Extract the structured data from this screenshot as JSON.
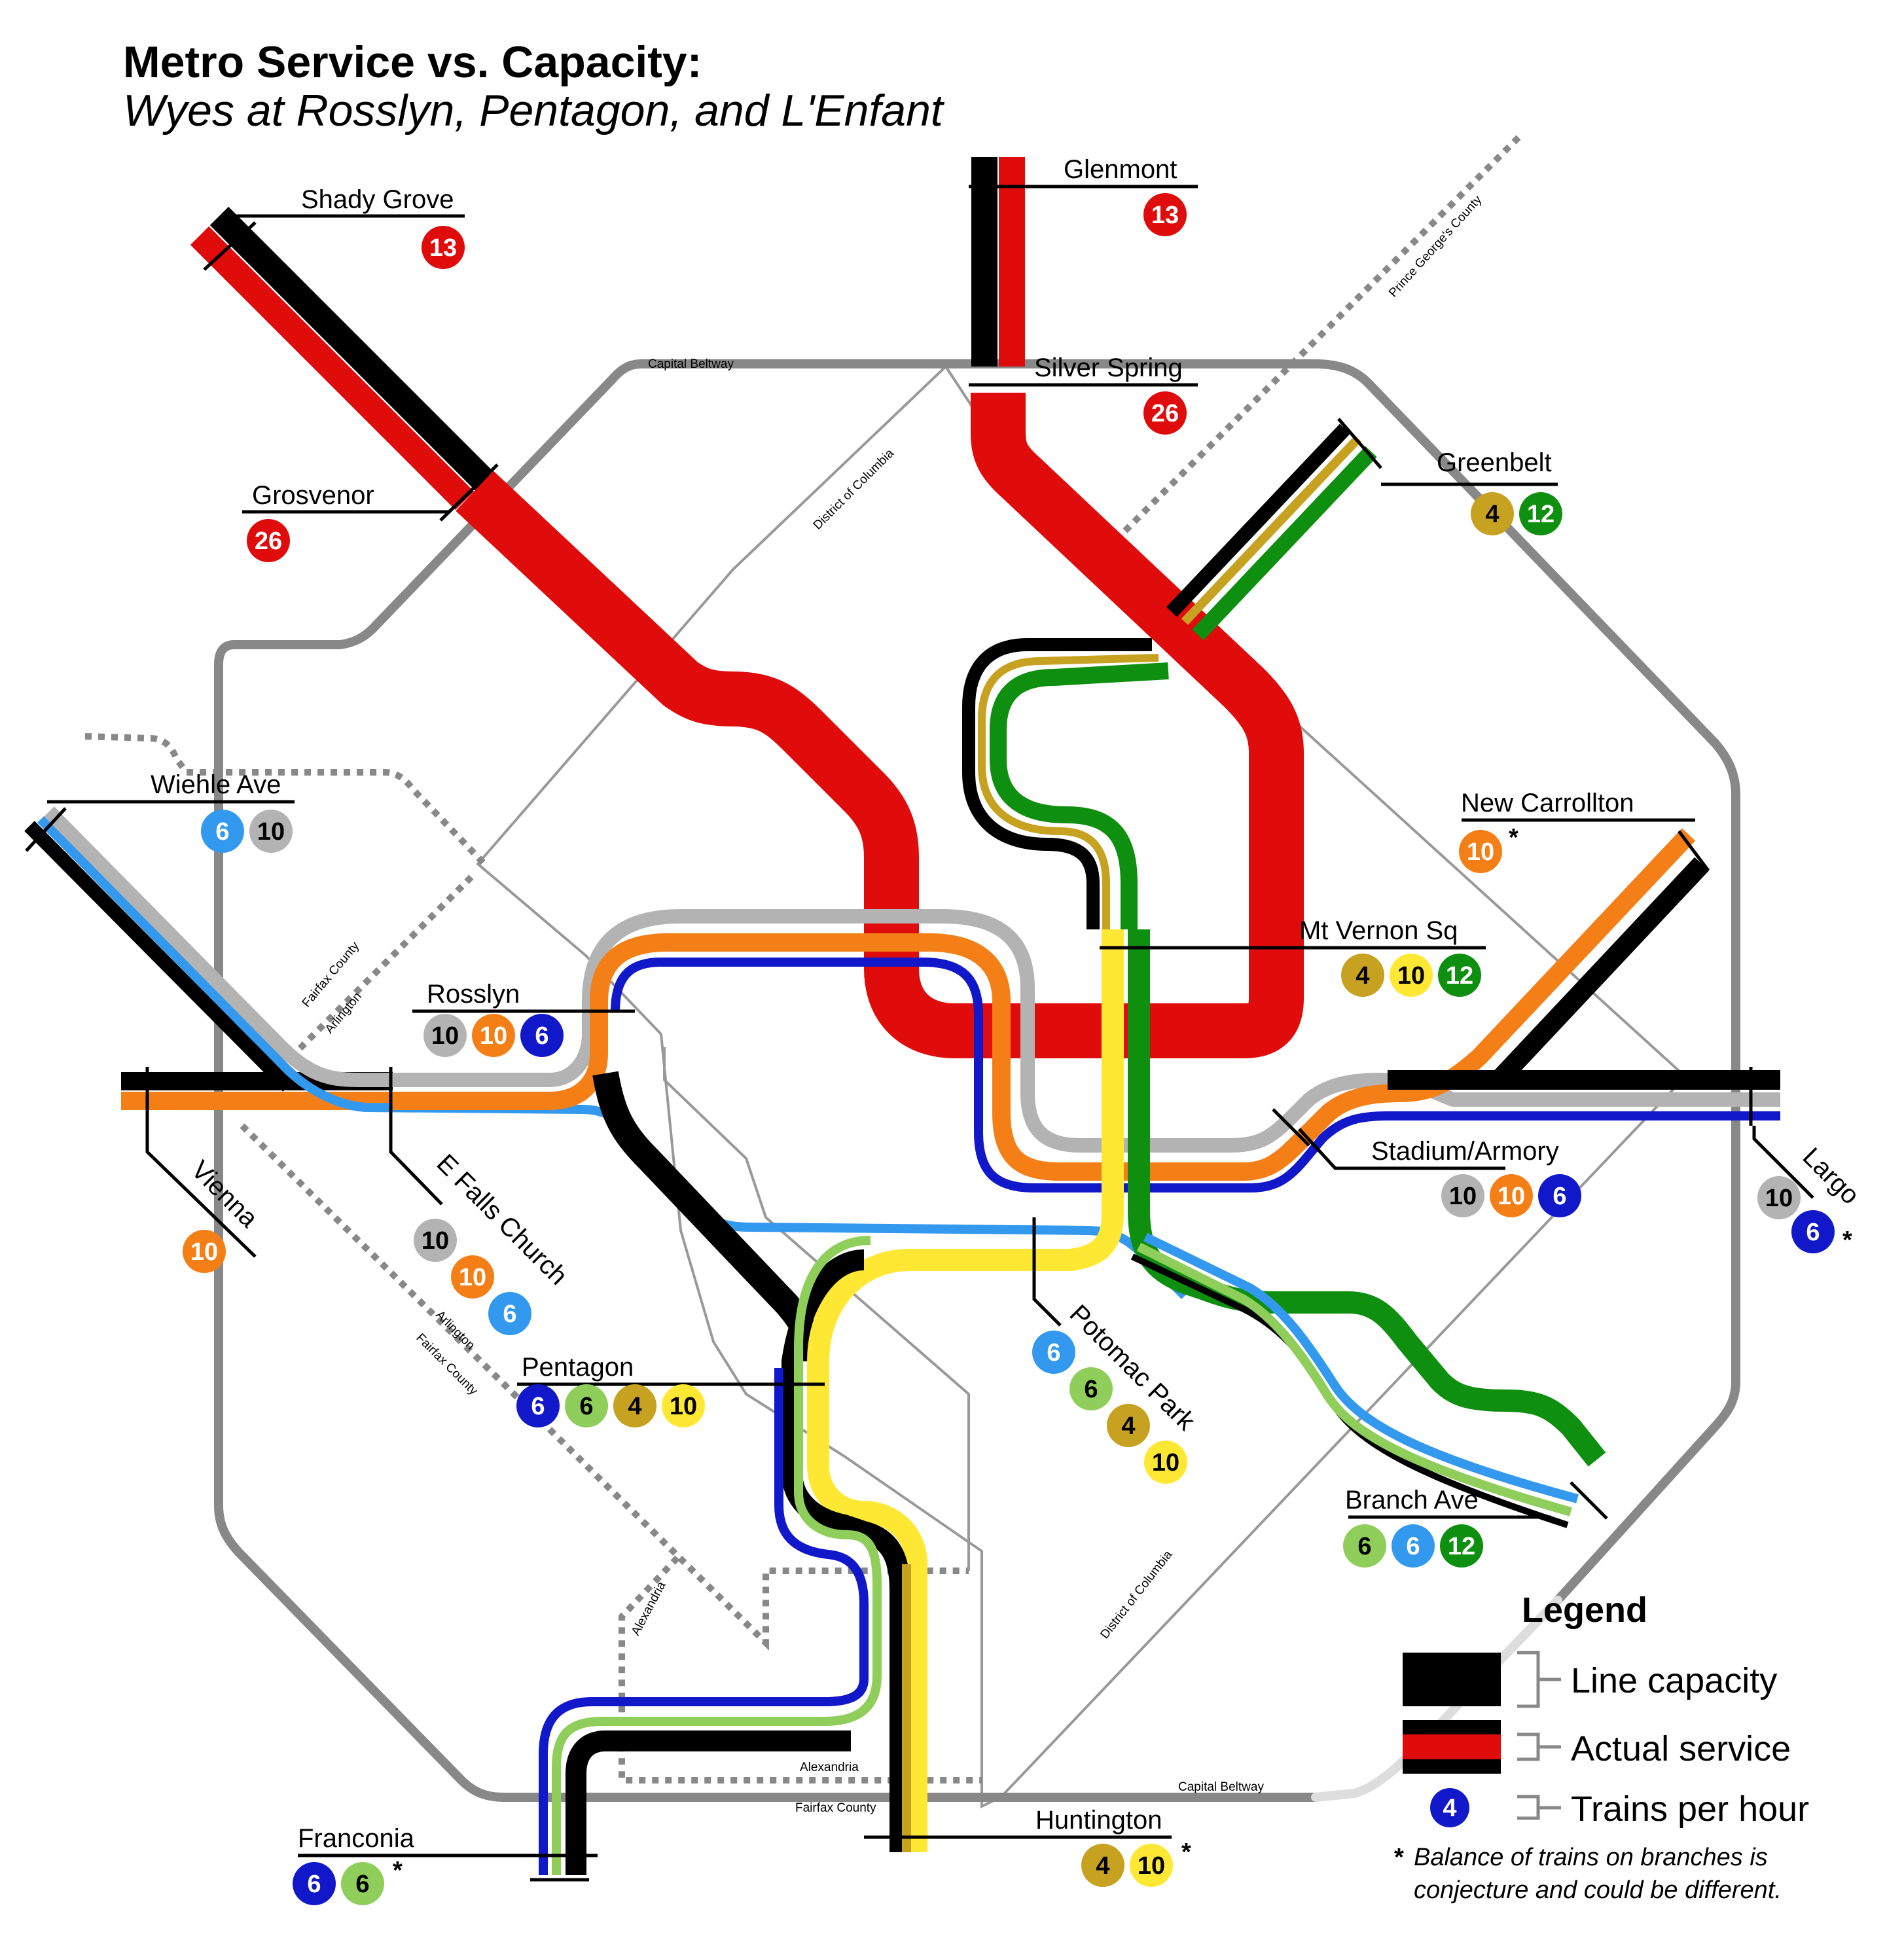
{
  "title": "Metro Service vs. Capacity:",
  "subtitle": "Wyes at Rosslyn, Pentagon, and L'Enfant",
  "colors": {
    "red": "#e00b0b",
    "orange": "#f57f17",
    "silver": "#b3b3b3",
    "blue": "#1118c9",
    "lightblue": "#3399ee",
    "green": "#0f8f0f",
    "lightgreen": "#8fce5a",
    "yellow": "#ffe833",
    "gold": "#c7a120",
    "capacity": "#000000",
    "beltway": "#888888"
  },
  "borders": {
    "beltway_top": "Capital Beltway",
    "beltway_bottom": "Capital Beltway",
    "dc_north": "District of Columbia",
    "dc_south": "District of Columbia",
    "pg_county": "Prince George's County",
    "fairfax_a": "Fairfax County",
    "arlington_a": "Arlington",
    "arlington_b": "Arlington",
    "fairfax_b": "Fairfax County",
    "alexandria_a": "Alexandria",
    "alexandria_b": "Alexandria",
    "fairfax_c": "Fairfax County"
  },
  "stations": {
    "shady_grove": {
      "name": "Shady Grove",
      "badges": [
        {
          "value": "13",
          "color": "red"
        }
      ]
    },
    "grosvenor": {
      "name": "Grosvenor",
      "badges": [
        {
          "value": "26",
          "color": "red"
        }
      ]
    },
    "glenmont": {
      "name": "Glenmont",
      "badges": [
        {
          "value": "13",
          "color": "red"
        }
      ]
    },
    "silver_spring": {
      "name": "Silver Spring",
      "badges": [
        {
          "value": "26",
          "color": "red"
        }
      ]
    },
    "greenbelt": {
      "name": "Greenbelt",
      "badges": [
        {
          "value": "4",
          "color": "gold"
        },
        {
          "value": "12",
          "color": "green"
        }
      ]
    },
    "new_carrollton": {
      "name": "New Carrollton",
      "badges": [
        {
          "value": "10",
          "color": "orange"
        }
      ],
      "note": "*"
    },
    "mt_vernon": {
      "name": "Mt Vernon Sq",
      "badges": [
        {
          "value": "4",
          "color": "gold"
        },
        {
          "value": "10",
          "color": "yellow"
        },
        {
          "value": "12",
          "color": "green"
        }
      ]
    },
    "wiehle": {
      "name": "Wiehle Ave",
      "badges": [
        {
          "value": "6",
          "color": "lightblue"
        },
        {
          "value": "10",
          "color": "silver"
        }
      ]
    },
    "rosslyn": {
      "name": "Rosslyn",
      "badges": [
        {
          "value": "10",
          "color": "silver"
        },
        {
          "value": "10",
          "color": "orange"
        },
        {
          "value": "6",
          "color": "blue"
        }
      ]
    },
    "vienna": {
      "name": "Vienna",
      "badges": [
        {
          "value": "10",
          "color": "orange"
        }
      ]
    },
    "efc": {
      "name": "E Falls Church",
      "badges": [
        {
          "value": "10",
          "color": "silver"
        },
        {
          "value": "10",
          "color": "orange"
        },
        {
          "value": "6",
          "color": "lightblue"
        }
      ]
    },
    "stadium": {
      "name": "Stadium/Armory",
      "badges": [
        {
          "value": "10",
          "color": "silver"
        },
        {
          "value": "10",
          "color": "orange"
        },
        {
          "value": "6",
          "color": "blue"
        }
      ]
    },
    "largo": {
      "name": "Largo",
      "badges": [
        {
          "value": "10",
          "color": "silver"
        },
        {
          "value": "6",
          "color": "blue"
        }
      ],
      "note": "*"
    },
    "pentagon": {
      "name": "Pentagon",
      "badges": [
        {
          "value": "6",
          "color": "blue"
        },
        {
          "value": "6",
          "color": "lightgreen"
        },
        {
          "value": "4",
          "color": "gold"
        },
        {
          "value": "10",
          "color": "yellow"
        }
      ]
    },
    "potomac": {
      "name": "Potomac Park",
      "badges": [
        {
          "value": "6",
          "color": "lightblue"
        },
        {
          "value": "6",
          "color": "lightgreen"
        },
        {
          "value": "4",
          "color": "gold"
        },
        {
          "value": "10",
          "color": "yellow"
        }
      ]
    },
    "branch": {
      "name": "Branch Ave",
      "badges": [
        {
          "value": "6",
          "color": "lightgreen"
        },
        {
          "value": "6",
          "color": "lightblue"
        },
        {
          "value": "12",
          "color": "green"
        }
      ]
    },
    "franconia": {
      "name": "Franconia",
      "badges": [
        {
          "value": "6",
          "color": "blue"
        },
        {
          "value": "6",
          "color": "lightgreen"
        }
      ],
      "note": "*"
    },
    "huntington": {
      "name": "Huntington",
      "badges": [
        {
          "value": "4",
          "color": "gold"
        },
        {
          "value": "10",
          "color": "yellow"
        }
      ],
      "note": "*"
    }
  },
  "legend": {
    "title": "Legend",
    "capacity": "Line capacity",
    "service": "Actual service",
    "tph": "Trains per hour",
    "tph_sample": "4",
    "note_mark": "*",
    "note_line1": "Balance of trains on branches is",
    "note_line2": "conjecture and could be different."
  }
}
